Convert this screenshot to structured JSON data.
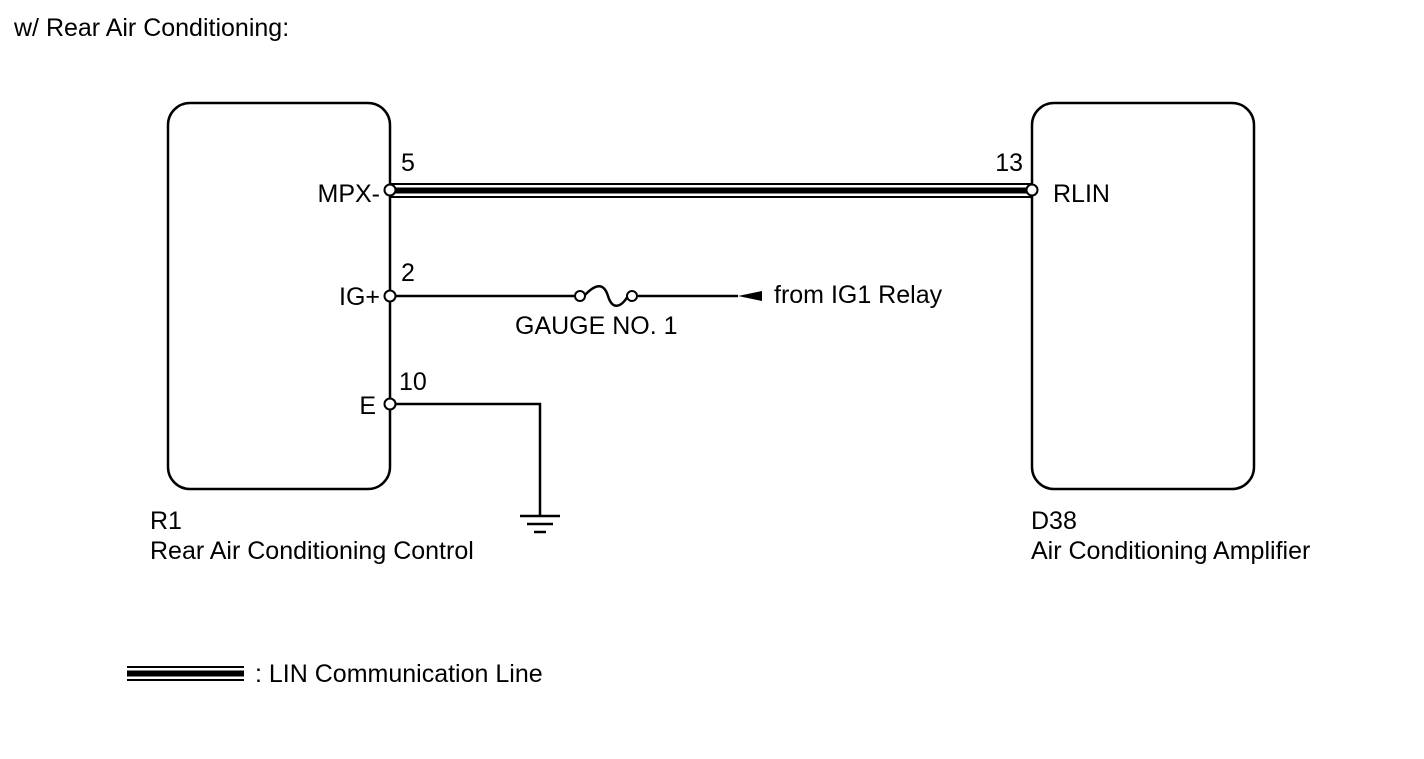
{
  "heading": "w/ Rear Air Conditioning:",
  "components": {
    "left": {
      "code": "R1",
      "name": "Rear Air Conditioning Control",
      "pins": {
        "mpx": {
          "terminal": "MPX-",
          "number": "5"
        },
        "ig": {
          "terminal": "IG+",
          "number": "2"
        },
        "e": {
          "terminal": "E",
          "number": "10"
        }
      }
    },
    "right": {
      "code": "D38",
      "name": "Air Conditioning Amplifier",
      "pins": {
        "rlin": {
          "terminal": "RLIN",
          "number": "13"
        }
      }
    }
  },
  "fuse": {
    "label": "GAUGE NO. 1"
  },
  "source": {
    "label": "from IG1 Relay"
  },
  "legend": {
    "label": ": LIN Communication Line"
  }
}
